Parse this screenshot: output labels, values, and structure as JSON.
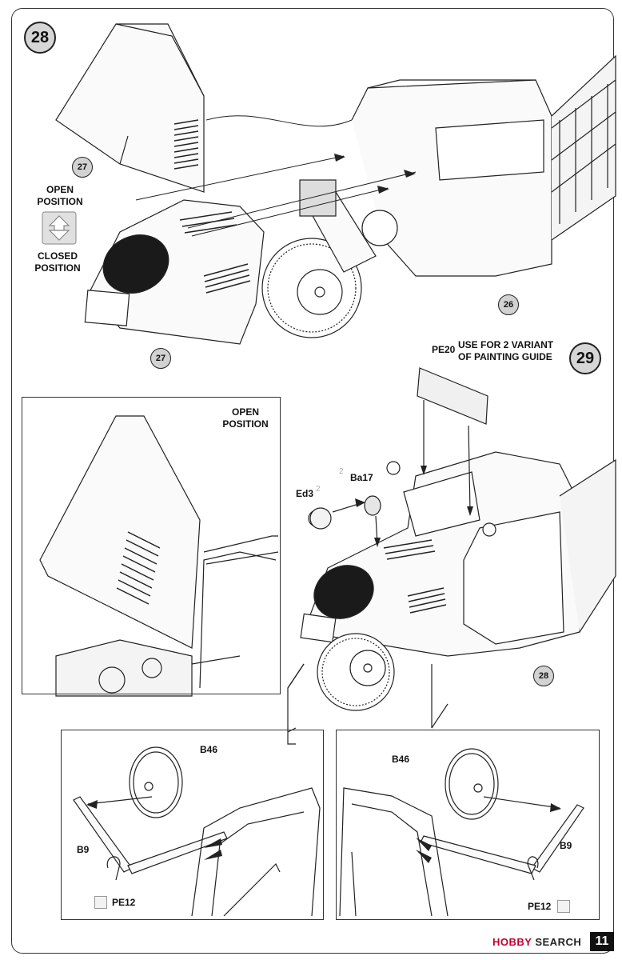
{
  "steps": {
    "step28": "28",
    "step29": "29"
  },
  "step28": {
    "open_position_1": "OPEN",
    "open_position_2": "POSITION",
    "closed_position_1": "CLOSED",
    "closed_position_2": "POSITION",
    "part_27_top": "27",
    "part_27_bottom": "27",
    "part_26": "26"
  },
  "step29": {
    "pe20": "PE20",
    "variant_note_1": "USE FOR 2 VARIANT",
    "variant_note_2": "OF PAINTING GUIDE",
    "ba17": "Ba17",
    "ed3": "Ed3",
    "qty_ba17": "2",
    "qty_ed3": "2",
    "part_28": "28"
  },
  "inset_open": {
    "line1": "OPEN",
    "line2": "POSITION"
  },
  "detail_left": {
    "b46": "B46",
    "b9": "B9",
    "pe12": "PE12"
  },
  "detail_right": {
    "b46": "B46",
    "b9": "B9",
    "pe12": "PE12"
  },
  "footer": {
    "watermark_brand": "HOBBY",
    "watermark_rest": "SEARCH",
    "page_number": "11"
  }
}
